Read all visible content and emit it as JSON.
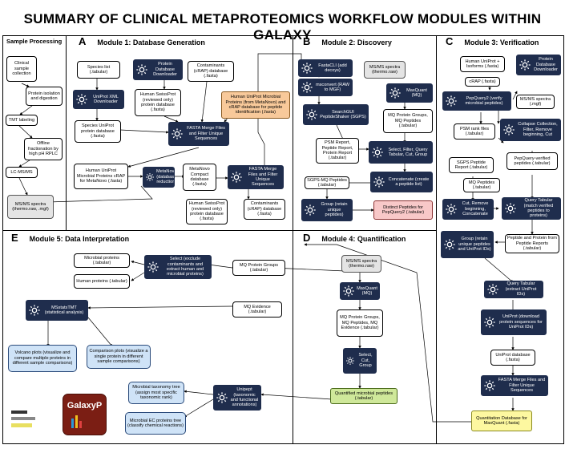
{
  "title": "SUMMARY OF CLINICAL METAPROTEOMICS WORKFLOW MODULES WITHIN GALAXY",
  "panels": {
    "sp": "Sample Processing",
    "a_letter": "A",
    "a": "Module 1: Database Generation",
    "b_letter": "B",
    "b": "Module 2: Discovery",
    "c_letter": "C",
    "c": "Module 3: Verification",
    "e_letter": "E",
    "e": "Module 5: Data Interpretation",
    "d_letter": "D",
    "d": "Module 4: Quantification"
  },
  "nodes": {
    "clinical": "Clinical sample collection",
    "isolation": "Protein isolation and digestion",
    "tmt": "TMT labeling",
    "offline": "Offline fractionation by high pH RPLC",
    "lcms": "LC-MS/MS",
    "msspectra_sp": "MS/MS spectra (thermo.raw, .mgf)",
    "species_list": "Species list (.tabular)",
    "uniprot_xml": "UniProt XML Downloader",
    "species_uniprot": "Species UniProt protein database (.fasta)",
    "pdd_a": "Protein Database Downloader",
    "human_swiss_a": "Human SwissProt (reviewed only) protein database (.fasta)",
    "contam_a": "Contaminants (cRAP) database (.fasta)",
    "human_uniprot_microbial": "Human UniProt Microbial Proteins (from MetaNovo) and cRAP database for peptide identification (.fasta)",
    "fasta_merge_a1": "FASTA Merge Files and Filter Unique Sequences",
    "human_uniprot_cRAP": "Human UniProt Microbial Proteins cRAP for MetaNovo (.fasta)",
    "metanovo": "MetaNovo (database reduction)",
    "metanovo_compact": "MetaNovo Compact database (.fasta)",
    "fasta_merge_a2": "FASTA Merge Files and Filter Unique Sequences",
    "human_swiss_a2": "Human SwissProt (reviewed only) protein database (.fasta)",
    "contam_a2": "Contaminants (cRAP) database (.fasta)",
    "fastacli": "FastaCLI (add decoys)",
    "msconvert": "msconvert (RAW to MGF)",
    "msspectra_b": "MS/MS spectra (thermo.raw)",
    "maxquant_b": "MaxQuant (MQ)",
    "searchgui": "SearchGUI PeptideShaker (SGPS)",
    "mq_groups_b": "MQ Protein Groups, MQ Peptides (.tabular)",
    "psm_report": "PSM Report, Peptide Report, Protein Report (.tabular)",
    "select_filter": "Select, Filter, Query Tabular, Cut, Group",
    "concatenate_b": "Concatenate (create a peptide list)",
    "sgps_mq": "SGPS-MQ Peptides (.tabular)",
    "group_b": "Group (retain unique peptides)",
    "distinct": "Distinct Peptides for PepQuery2 (.tabular)",
    "human_uniprot_iso": "Human UniProt + Isoforms (.fasta)",
    "pdd_c": "Protein Database Downloader",
    "crap_c": "cRAP (.fasta)",
    "pepquery": "PepQuery2 (verify microbial peptides)",
    "msspectra_c": "MS/MS spectra (.mgf)",
    "psm_rank": "PSM rank files (.tabular)",
    "collapse": "Collapse Collection, Filter, Remove beginning, Cut",
    "pepquery_verified": "PepQuery-verified peptides (.tabular)",
    "sgps_report": "SGPS Peptide Report (.tabular)",
    "mq_peptides_c": "MQ Peptides (.tabular)",
    "cut_remove": "Cut, Remove beginning, Concatenate",
    "query_tab_c": "Query Tabular (match verified peptides to proteins)",
    "pep_protein": "Peptide and Protein from Peptide Reports (.tabular)",
    "group_c": "Group (retain unique peptides and UniProt IDs)",
    "query_tab_c2": "Query Tabular (extract UniProt IDs)",
    "uniprot_dl": "UniProt (download protein sequences for UniProt IDs)",
    "uniprot_db": "UniProt database (.fasta)",
    "fasta_merge_c": "FASTA Merge Files and Filter Unique Sequences",
    "quant_db": "Quantitation Database for MaxQuant (.fasta)",
    "msspectra_d": "MS/MS spectra (thermo.raw)",
    "maxquant_d": "MaxQuant (MQ)",
    "mq_groups_d": "MQ Protein Groups, MQ Peptides, MQ Evidence (.tabular)",
    "select_cut": "Select, Cut, Group",
    "quantified": "Quantified microbial peptides (.tabular)",
    "microbial_proteins": "Microbial proteins (.tabular)",
    "human_proteins": "Human proteins (.tabular)",
    "select_e": "Select (exclude contaminants and extract human and microbial proteins)",
    "mq_pg_e": "MQ Protein Groups (.tabular)",
    "msstats": "MSstatsTMT (statistical analysis)",
    "mq_evidence_e": "MQ Evidence (.tabular)",
    "volcano": "Volcano plots (visualize and compare multiple proteins in different sample comparisons)",
    "comparison": "Comparison plots (visualize a single protein in different sample comparisons)",
    "taxonomy": "Microbial taxonomy tree (assign most specific taxonomic rank)",
    "unipept": "Unipept (taxonomic and functional annotations)",
    "ec_tree": "Microbial EC proteins tree (classify chemical reactions)"
  },
  "logo": "GalaxyP",
  "colors": {
    "dark": "#1f2d4d",
    "orange": "#f8c99a",
    "pink": "#f8c8c8",
    "green": "#cfe89a",
    "yellow": "#fdf8a0",
    "blue": "#cfe3f7",
    "grey": "#e4e4e4"
  }
}
